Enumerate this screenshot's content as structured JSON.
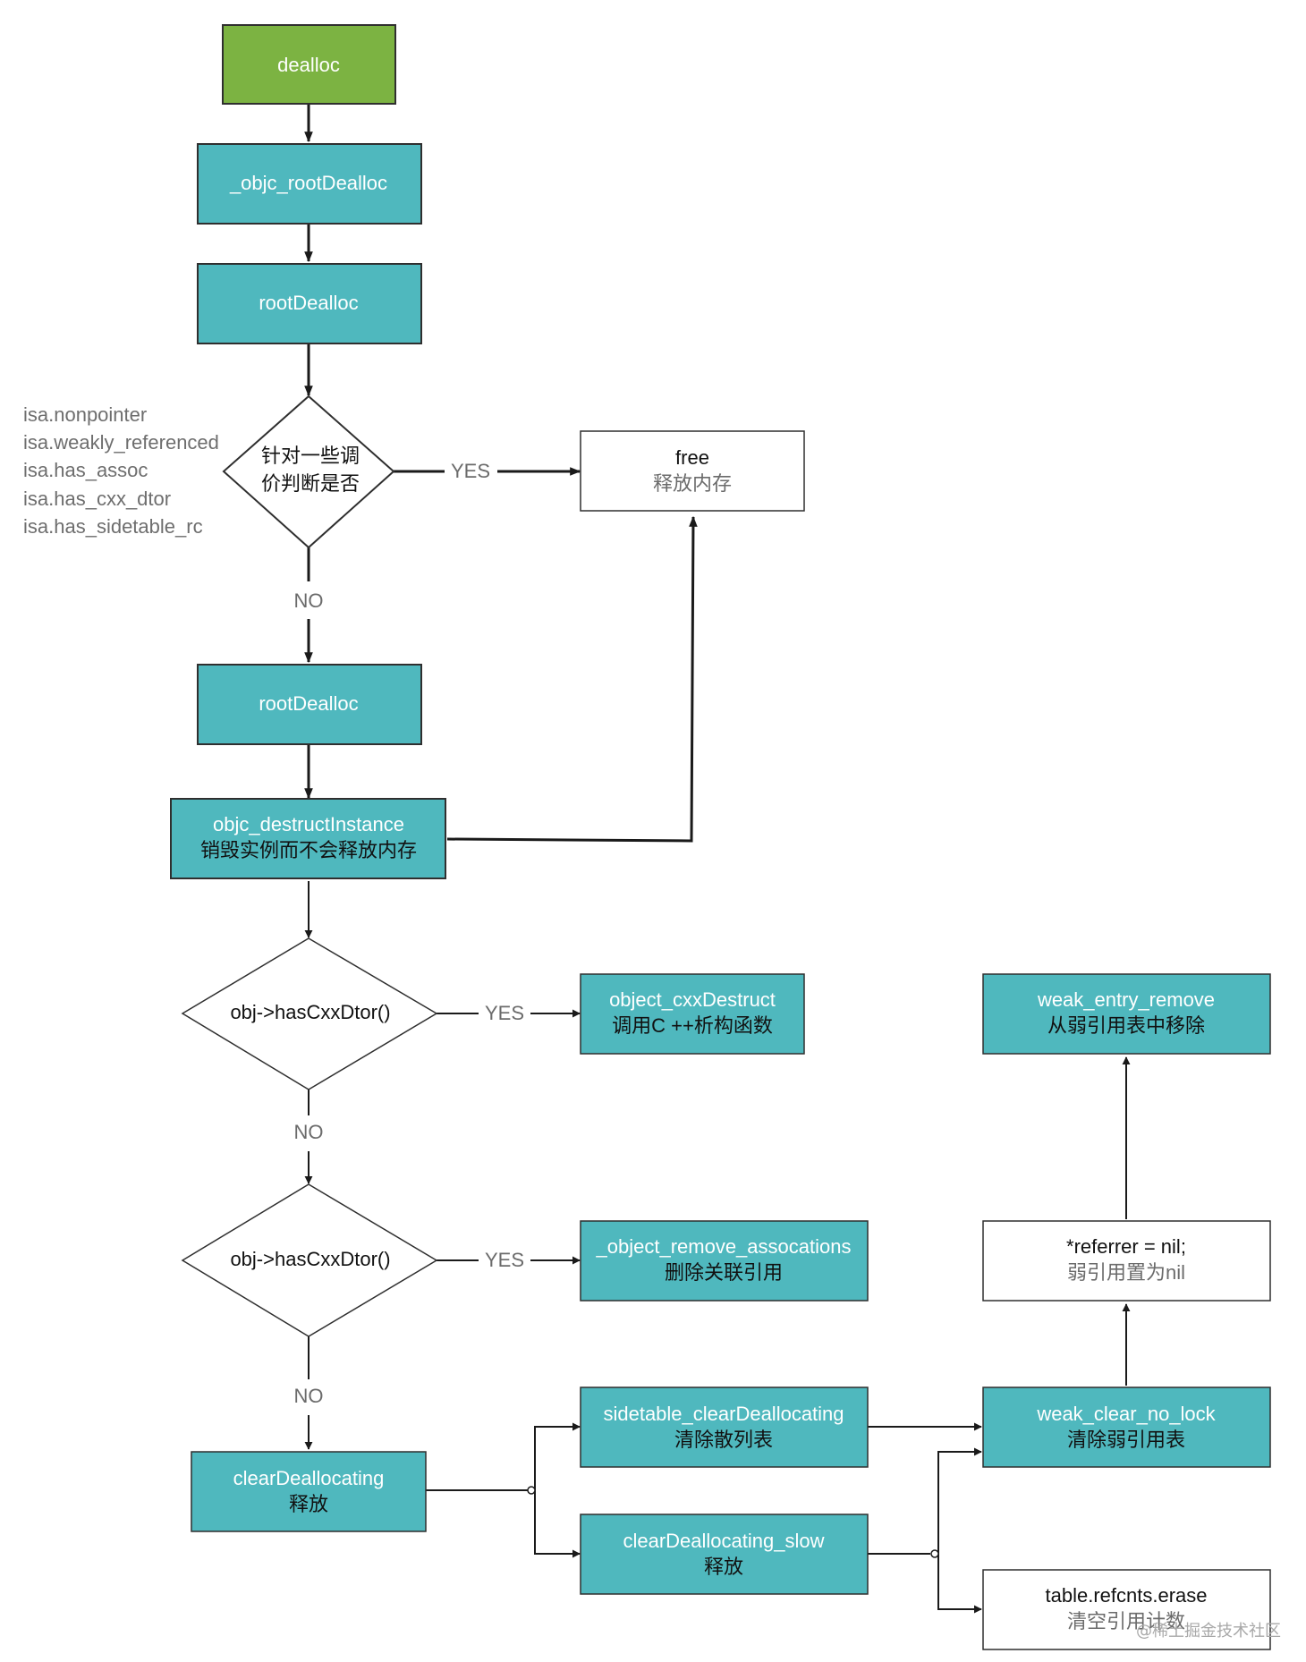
{
  "nodes": {
    "dealloc": "dealloc",
    "objc_rootDealloc": "_objc_rootDealloc",
    "rootDealloc_1": "rootDealloc",
    "decision_1_line1": "针对一些调",
    "decision_1_line2": "价判断是否",
    "free_title": "free",
    "free_sub": "释放内存",
    "rootDealloc_2": "rootDealloc",
    "destruct_title": "objc_destructInstance",
    "destruct_sub": "销毁实例而不会释放内存",
    "decision_2": "obj->hasCxxDtor()",
    "cxxDestruct_title": "object_cxxDestruct",
    "cxxDestruct_sub": "调用C ++析构函数",
    "decision_3": "obj->hasCxxDtor()",
    "remove_assoc_title": "_object_remove_assocations",
    "remove_assoc_sub": "删除关联引用",
    "clearDeallocating_title": "clearDeallocating",
    "clearDeallocating_sub": "释放",
    "sidetable_title": "sidetable_clearDeallocating",
    "sidetable_sub": "清除散列表",
    "slow_title": "clearDeallocating_slow",
    "slow_sub": "释放",
    "weak_clear_title": "weak_clear_no_lock",
    "weak_clear_sub": "清除弱引用表",
    "referrer_title": "*referrer = nil;",
    "referrer_sub": "弱引用置为nil",
    "weak_entry_title": "weak_entry_remove",
    "weak_entry_sub": "从弱引用表中移除",
    "refcnts_title": "table.refcnts.erase",
    "refcnts_sub": "清空引用计数"
  },
  "edge_labels": {
    "yes_1": "YES",
    "no_1": "NO",
    "yes_2": "YES",
    "no_2": "NO",
    "yes_3": "YES",
    "no_3": "NO"
  },
  "side_notes": [
    "isa.nonpointer",
    "isa.weakly_referenced",
    "isa.has_assoc",
    "isa.has_cxx_dtor",
    "isa.has_sidetable_rc"
  ],
  "watermark": "@稀土掘金技术社区",
  "colors": {
    "green": "#7cb342",
    "teal": "#4fb8be",
    "stroke": "#2f2f2f",
    "white_text": "#ffffff",
    "dark_text": "#111111",
    "gray_text": "#6b6b6b"
  }
}
